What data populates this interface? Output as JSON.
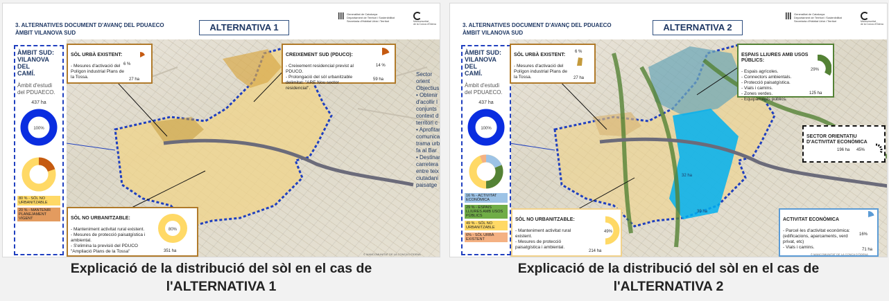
{
  "left": {
    "header_title": "3.  ALTERNATIVES DOCUMENT D'AVANÇ DEL PDUAECO\nÀMBIT VILANOVA SUD",
    "alt_label": "ALTERNATIVA 1",
    "gen_logo": "Generalitat de Catalunya\nDepartament de Territori i Sostenibilitat\nSecretaria d'Hàbitat Urbà i Territori",
    "mc_logo": "Mancomunitat\nde la Conca d'Òdena",
    "sidebar": {
      "title": "ÀMBIT SUD:\nVILANOVA DEL\nCAMÍ.",
      "text": "Àmbit d'estudi del PDUAECO.",
      "ha": "437 ha",
      "donut_pct": "100%",
      "legend": [
        {
          "text": "80 % - SÒL NO URBANITZABLE",
          "color": "#ffd966"
        },
        {
          "text": "20 % - MANTENIR PLANEJAMENT VIGENT",
          "color": "#c55a11"
        }
      ]
    },
    "box_urba": {
      "title": "SÒL URBÀ EXISTENT:",
      "text": "- Mesures d'activació del Polígon industrial Plans de la Tossa.",
      "pct": "6 %",
      "ha": "27 ha"
    },
    "box_creix": {
      "title": "CREIXEMENT SUD (PDUCO):",
      "text": "- Creixement residencial previst al PDUCO.\n- Prolongació del sòl urbanitzable delimitat: \"ARE Nou sector residencial\".",
      "pct": "14 %",
      "ha": "59 ha"
    },
    "box_nourb": {
      "title": "SÒL NO URBANITZABLE:",
      "text": "- Manteniment activitat rural existent.\n- Mesures de protecció paisatgística i ambiental.\n- S'elimina la previsió del PDUCO \"Ampliació Plans de la Tossa\"",
      "pct": "80%",
      "ha": "351 ha"
    },
    "side_text": "Sector orient\nObjectius:\n•  Obtenir u\n   d'acollir l\n   conjunts\n   context d\n   territori c\n•  Aprofitar\n   comunica\n   trama urb\n   fa al Bar\n•  Destinar\n   carretera\n   entre teix\n   ciutadani\n   paisatge",
    "copyright": "© MANCOMUNITAT DE LA CONCA D'ÒDENA",
    "caption": "Explicació de la distribució del sòl en el cas de\nl'ALTERNATIVA 1"
  },
  "right": {
    "header_title": "3.  ALTERNATIVES DOCUMENT D'AVANÇ DEL PDUAECO\nÀMBIT VILANOVA SUD",
    "alt_label": "ALTERNATIVA 2",
    "gen_logo": "Generalitat de Catalunya\nDepartament de Territori i Sostenibilitat\nSecretaria d'Hàbitat Urbà i Territori",
    "mc_logo": "Mancomunitat\nde la Conca d'Òdena",
    "sidebar": {
      "title": "ÀMBIT SUD:\nVILANOVA DEL\nCAMÍ.",
      "text": "Àmbit d'estudi del PDUAECO.",
      "ha": "437 ha",
      "donut_pct": "100%",
      "legend": [
        {
          "text": "16 % - ACTIVITAT ECONÒMICA",
          "color": "#9dc3e6"
        },
        {
          "text": "29 % - ESPAIS LLIURES AMB USOS PÚBLICS",
          "color": "#70ad47"
        },
        {
          "text": "49 % - SÒL NO URBANITZABLE",
          "color": "#ffd966"
        },
        {
          "text": "6% - SÒL URBÀ EXISTENT",
          "color": "#f4b183"
        }
      ]
    },
    "box_urba": {
      "title": "SÒL URBÀ EXISTENT:",
      "text": "- Mesures d'activació del Polígon industrial Plans de la Tossa.",
      "pct": "6 %",
      "ha": "27 ha"
    },
    "box_espais": {
      "title": "ESPAIS LLIURES AMB USOS PÚBLICS:",
      "text": "- Espais agrícoles.\n- Connectors ambientals.\n- Protecció paisatgística.\n- Vials i camins.\n- Zones verdes.\n- Equipaments públics.",
      "pct": "29%",
      "ha": "125 ha"
    },
    "box_sector": {
      "title": "SECTOR ORIENTATIU D'ACTIVITAT ECONÒMICA",
      "ha": "196 ha",
      "pct": "45%"
    },
    "box_nourb": {
      "title": "SÒL NO URBANITZABLE:",
      "text": "- Manteniment activitat rural existent.\n- Mesures de protecció paisatgística i ambiental.",
      "pct": "49%",
      "ha": "214 ha"
    },
    "box_activ": {
      "title": "ACTIVITAT ECONÒMICA",
      "text": "- Parcel·les d'activitat econòmica: (edificacions, aparcaments, verd privat, etc)\n- Vials i camins.",
      "pct": "16%",
      "ha": "71 ha"
    },
    "map_labels": {
      "a": "32 ha",
      "b": "39 ha"
    },
    "copyright": "© MANCOMUNITAT DE LA CONCA D'ÒDENA",
    "caption": "Explicació de la distribució del sòl en el cas de\nl'ALTERNATIVA 2"
  },
  "colors": {
    "navy": "#1f3864",
    "blue_dash": "#1f3fbf",
    "orange_box": "#b07a2a",
    "yellow_zone": "#f0d48a",
    "activity_blue": "#00b0f0",
    "green_space": "#548235"
  }
}
